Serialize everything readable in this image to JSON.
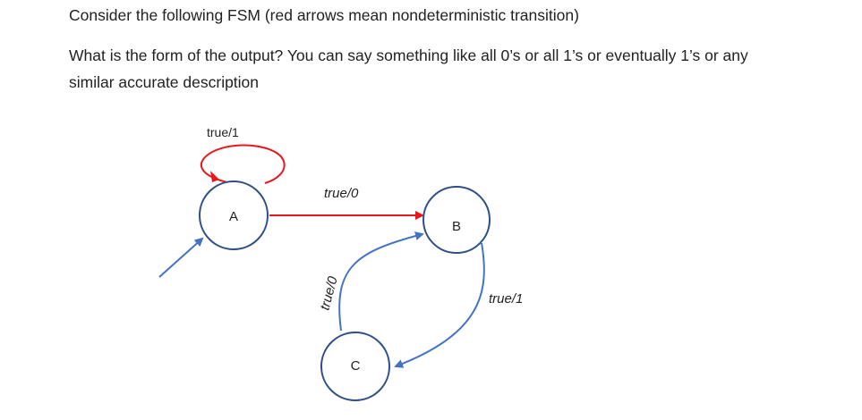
{
  "question": {
    "line1": "Consider the following FSM (red arrows mean nondeterministic transition)",
    "line2": "What is the form of the output? You can say something like all 0’s or all 1’s or eventually 1’s or any",
    "line3": "similar accurate description"
  },
  "fsm": {
    "states": {
      "a": "A",
      "b": "B",
      "c": "C"
    },
    "transitions": {
      "a_self": "true/1",
      "a_to_b": "true/0",
      "c_to_b": "true/0",
      "b_to_c": "true/1"
    },
    "colors": {
      "nondeterministic": "#e8171b",
      "deterministic": "#4472c4",
      "state_border": "#2f4f86"
    }
  }
}
